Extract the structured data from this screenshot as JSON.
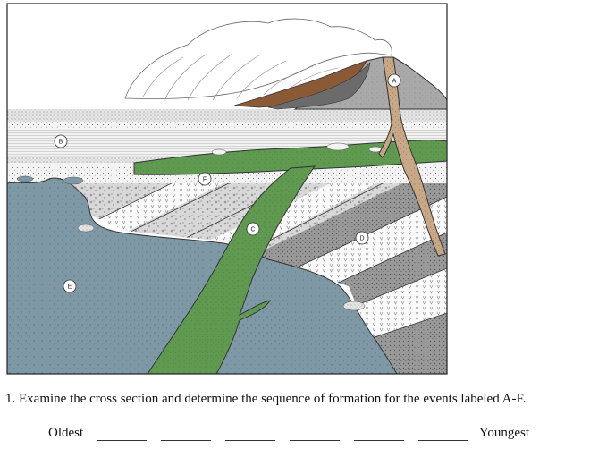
{
  "labels": {
    "a": "A",
    "b": "B",
    "c": "C",
    "d": "D",
    "e": "E",
    "f": "F"
  },
  "question": "1. Examine the cross section and determine the sequence of formation for the events labeled A-F.",
  "answer": {
    "oldest": "Oldest",
    "youngest": "Youngest",
    "blank_count": 6
  },
  "colors": {
    "intrusion_green": "#5f9a50",
    "basement_blue_gray": "#7f98a6",
    "dike_tan": "#c8a886",
    "volcano_gray": "#a9a9a9",
    "lava_brown": "#8a5a36",
    "outline": "#222222"
  }
}
